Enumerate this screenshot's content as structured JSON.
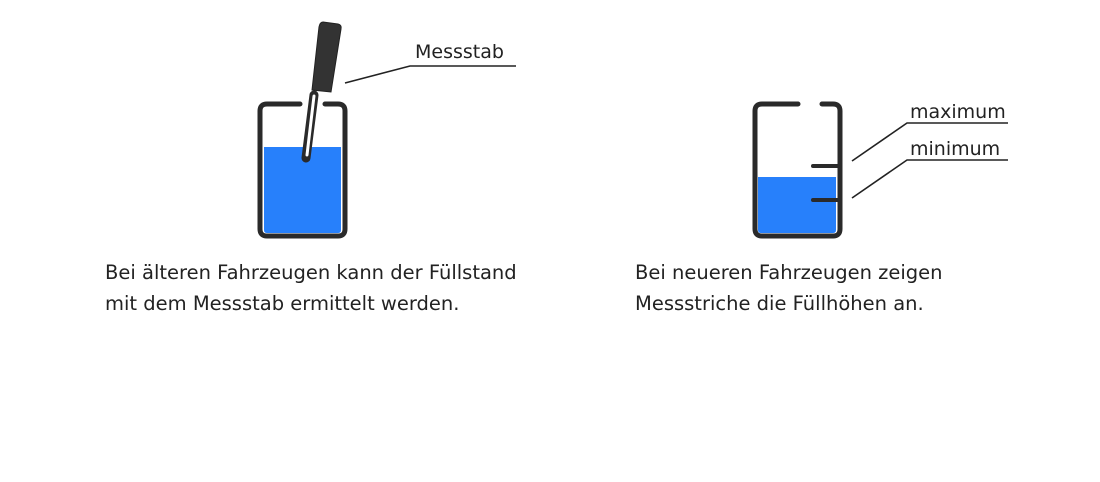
{
  "colors": {
    "water": "#2780fb",
    "outline": "#2a2a2a"
  },
  "left": {
    "label": "Messstab",
    "caption": [
      "Bei älteren Fahrzeugen kann der Füllstand",
      "mit dem Messstab ermittelt werden."
    ]
  },
  "right": {
    "label_max": "maximum",
    "label_min": "minimum",
    "caption": [
      "Bei neueren Fahrzeugen zeigen",
      "Messstriche die Füllhöhen an."
    ]
  }
}
